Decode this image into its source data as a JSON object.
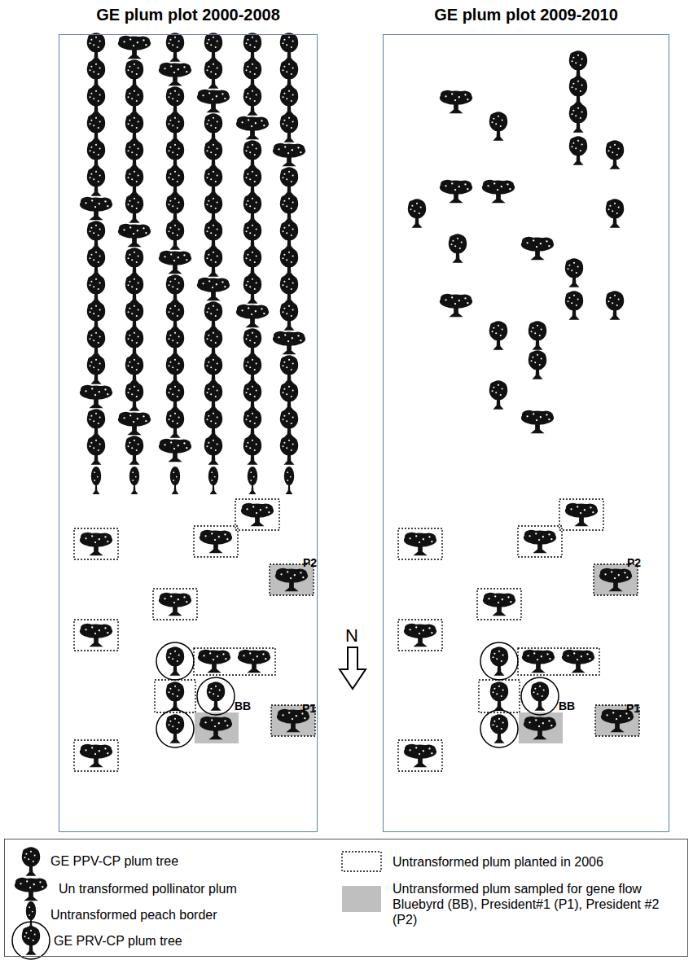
{
  "diagram": {
    "nodes": [
      {
        "text": [
          "GE plum plot 2000-2008"
        ]
      },
      {
        "text": [
          "GE plum plot 2009-2010"
        ]
      }
    ],
    "labels": [
      "P2",
      "BB",
      "P1",
      "P2",
      "BB",
      "P1",
      "N"
    ],
    "legend": [
      {
        "text": "GE PPV-CP plum tree"
      },
      {
        "text": "Un transformed pollinator plum"
      },
      {
        "text": "Untransformed peach border"
      },
      {
        "text": "GE PRV-CP plum tree"
      },
      {
        "text": "Untransformed plum planted in 2006"
      },
      {
        "text": "Untransformed plum sampled for gene flow Bluebyrd (BB), President#1 (P1), President #2 (P2)",
        "color": "#bfbfbf"
      }
    ]
  }
}
